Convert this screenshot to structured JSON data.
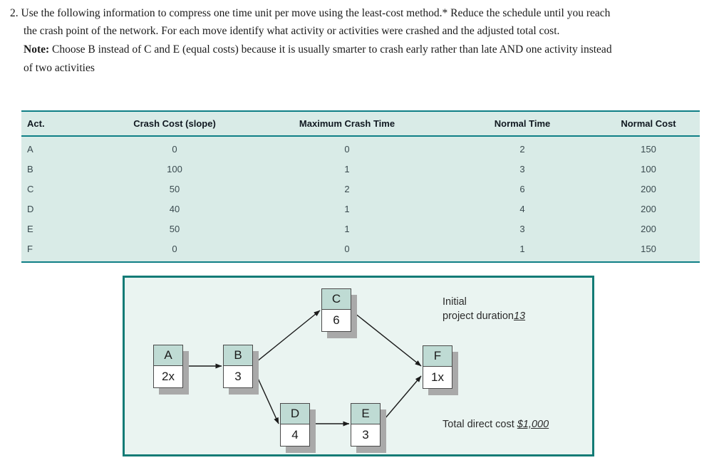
{
  "question": {
    "number": "2.",
    "line1": "Use the following information to compress one time unit per move using the least-cost method.* Reduce the schedule until you reach",
    "line2": "the crash point of the network. For each move identify what activity or activities were crashed and the adjusted total cost.",
    "note_label": "Note:",
    "note_text": " Choose B instead of C and E (equal costs) because it is usually smarter to crash early rather than late AND one activity instead",
    "line4": "of two activities"
  },
  "table": {
    "headers": [
      "Act.",
      "Crash Cost (slope)",
      "Maximum Crash Time",
      "Normal Time",
      "Normal Cost"
    ],
    "rows": [
      {
        "act": "A",
        "crash_cost": "0",
        "max_crash_time": "0",
        "normal_time": "2",
        "normal_cost": "150"
      },
      {
        "act": "B",
        "crash_cost": "100",
        "max_crash_time": "1",
        "normal_time": "3",
        "normal_cost": "100"
      },
      {
        "act": "C",
        "crash_cost": "50",
        "max_crash_time": "2",
        "normal_time": "6",
        "normal_cost": "200"
      },
      {
        "act": "D",
        "crash_cost": "40",
        "max_crash_time": "1",
        "normal_time": "4",
        "normal_cost": "200"
      },
      {
        "act": "E",
        "crash_cost": "50",
        "max_crash_time": "1",
        "normal_time": "3",
        "normal_cost": "200"
      },
      {
        "act": "F",
        "crash_cost": "0",
        "max_crash_time": "0",
        "normal_time": "1",
        "normal_cost": "150"
      }
    ]
  },
  "network": {
    "nodes": [
      {
        "id": "A",
        "label": "A",
        "duration": "2x"
      },
      {
        "id": "B",
        "label": "B",
        "duration": "3"
      },
      {
        "id": "C",
        "label": "C",
        "duration": "6"
      },
      {
        "id": "D",
        "label": "D",
        "duration": "4"
      },
      {
        "id": "E",
        "label": "E",
        "duration": "3"
      },
      {
        "id": "F",
        "label": "F",
        "duration": "1x"
      }
    ],
    "edges": [
      "A->B",
      "B->C",
      "B->D",
      "C->F",
      "D->E",
      "E->F"
    ],
    "annotations": {
      "initial_label": "Initial",
      "duration_label": "project duration",
      "duration_value": "13",
      "total_cost_label": "Total direct cost",
      "total_cost_value": "$1,000"
    },
    "colors": {
      "frame_border": "#137b76",
      "frame_fill": "#eaf4f1",
      "node_header": "#bfdbd4",
      "node_body": "#ffffff",
      "node_shadow": "#a9a9a9",
      "edge": "#1b1b1b"
    }
  },
  "colors": {
    "table_fill": "#d9ebe7",
    "table_rule": "#0f7f86",
    "table_header_text": "#101820",
    "table_cell_text": "#3a4a4f"
  }
}
